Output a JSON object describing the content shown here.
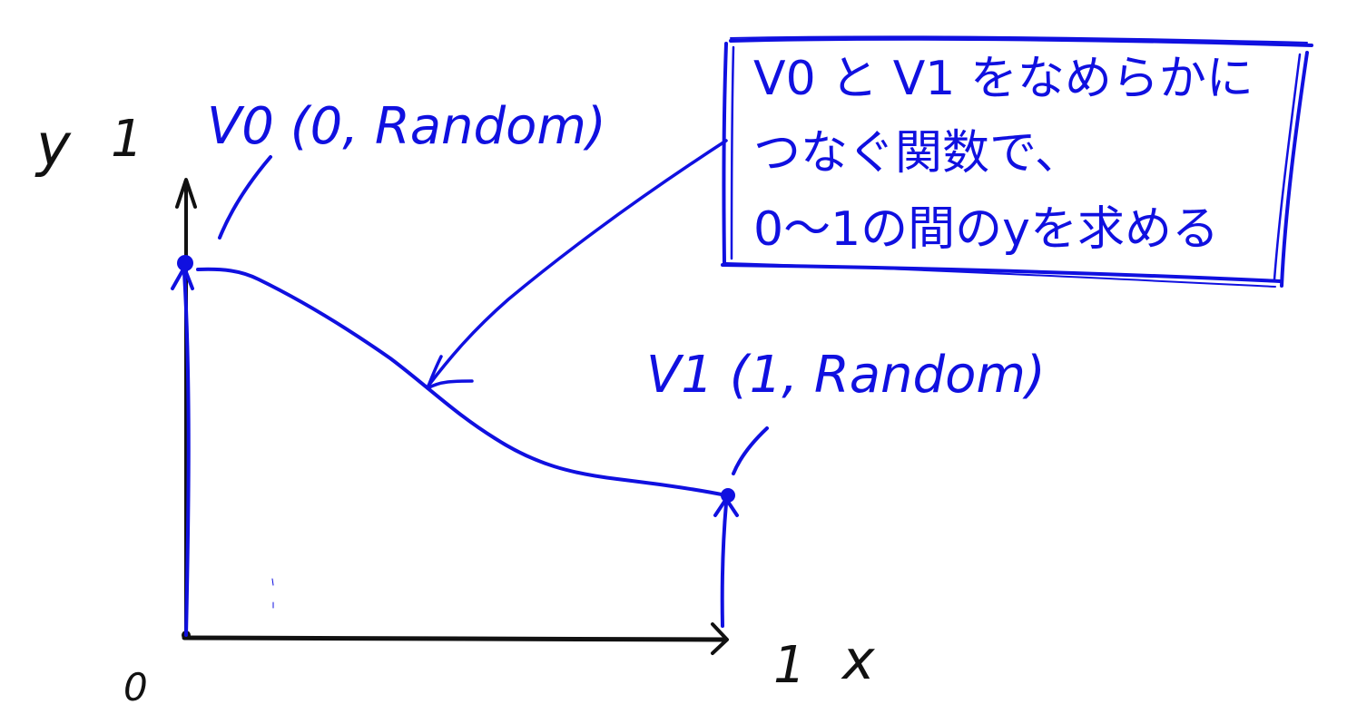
{
  "colors": {
    "ink_black": "#111111",
    "ink_blue": "#1010e0",
    "background": "#ffffff"
  },
  "axes": {
    "y_label": "y",
    "y_max_label": "1",
    "x_label": "x",
    "x_max_label": "1",
    "origin_label": "0"
  },
  "points": {
    "v0": {
      "label": "V0 (0, Random)",
      "x": 0,
      "y": "Random"
    },
    "v1": {
      "label": "V1 (1, Random)",
      "x": 1,
      "y": "Random"
    }
  },
  "note": {
    "lines": [
      "V0 と V1 をなめらかに",
      "つなぐ関数で、",
      "0〜1の間のyを求める"
    ]
  }
}
